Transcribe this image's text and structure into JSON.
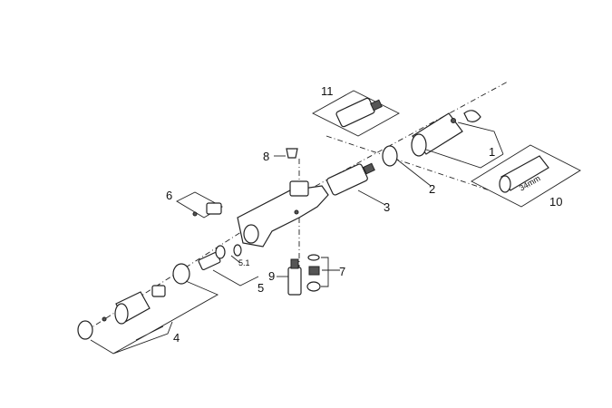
{
  "diagram": {
    "labels": {
      "p11": "11",
      "p8": "8",
      "p6": "6",
      "p1": "1",
      "p2": "2",
      "p3": "3",
      "p10": "10",
      "p10_dim": "34mm",
      "p5_1": "5.1",
      "p5": "5",
      "p9": "9",
      "p7": "7",
      "p4": "4"
    }
  }
}
